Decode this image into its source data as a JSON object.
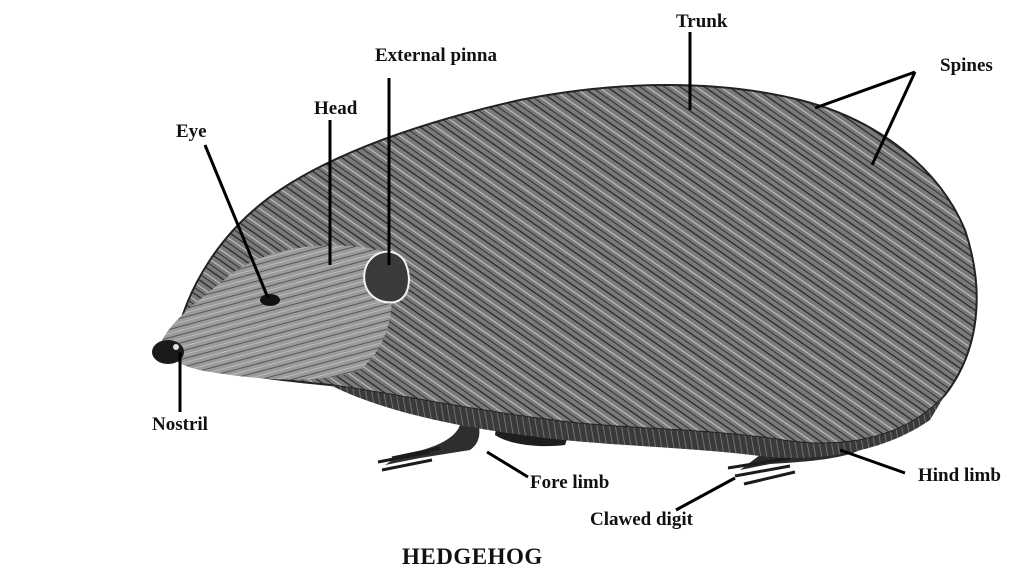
{
  "labels": {
    "trunk": "Trunk",
    "spines": "Spines",
    "external_pinna": "External pinna",
    "head": "Head",
    "eye": "Eye",
    "nostril": "Nostril",
    "fore_limb": "Fore limb",
    "hind_limb": "Hind limb",
    "clawed_digit": "Clawed digit"
  },
  "caption": "HEDGEHOG",
  "colors": {
    "ink": "#111111",
    "fur_dark": "#2a2a2a",
    "fur_mid": "#6b6b6b",
    "fur_light": "#bdbdbd",
    "background": "#ffffff"
  }
}
